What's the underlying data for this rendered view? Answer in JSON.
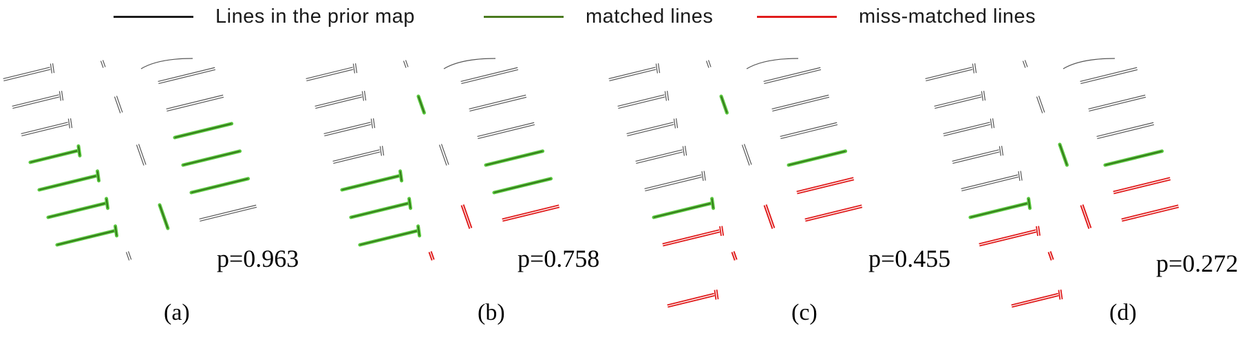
{
  "legend": {
    "items": [
      {
        "label": "Lines in the prior map",
        "color": "#1a1a1a"
      },
      {
        "label": "matched lines",
        "color": "#4a7a1e"
      },
      {
        "label": "miss-matched lines",
        "color": "#e01c1c"
      }
    ]
  },
  "panels": [
    {
      "caption": "(a)",
      "p_text": "p=0.963"
    },
    {
      "caption": "(b)",
      "p_text": "p=0.758"
    },
    {
      "caption": "(c)",
      "p_text": "p=0.455"
    },
    {
      "caption": "(d)",
      "p_text": "p=0.272"
    }
  ],
  "colors": {
    "prior_outline": "#555555",
    "matched_fill": "#55c43a",
    "matched_outline": "#2f5f14",
    "mismatched": "#e01c1c"
  }
}
